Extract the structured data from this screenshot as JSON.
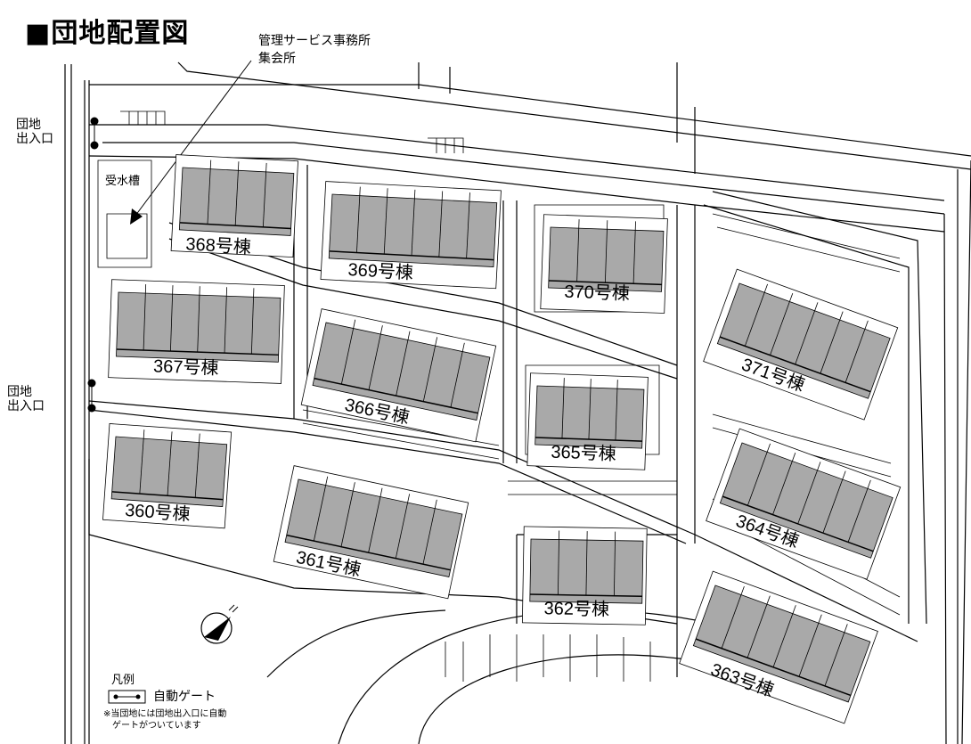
{
  "title": "■団地配置図",
  "office_label": [
    "管理サービス事務所",
    "集会所"
  ],
  "entrances": [
    {
      "label_line1": "団地",
      "label_line2": "出入口"
    },
    {
      "label_line1": "団地",
      "label_line2": "出入口"
    }
  ],
  "water_tank": "受水槽",
  "buildings": [
    "368号棟",
    "369号棟",
    "370号棟",
    "367号棟",
    "366号棟",
    "365号棟",
    "371号棟",
    "360号棟",
    "361号棟",
    "362号棟",
    "364号棟",
    "363号棟"
  ],
  "legend": {
    "title": "凡例",
    "gate_label": "自動ゲート",
    "note_line1": "※当団地には団地出入口に自動",
    "note_line2": "ゲートがついています"
  },
  "colors": {
    "building": "#a9a9a9",
    "line": "#000000"
  }
}
